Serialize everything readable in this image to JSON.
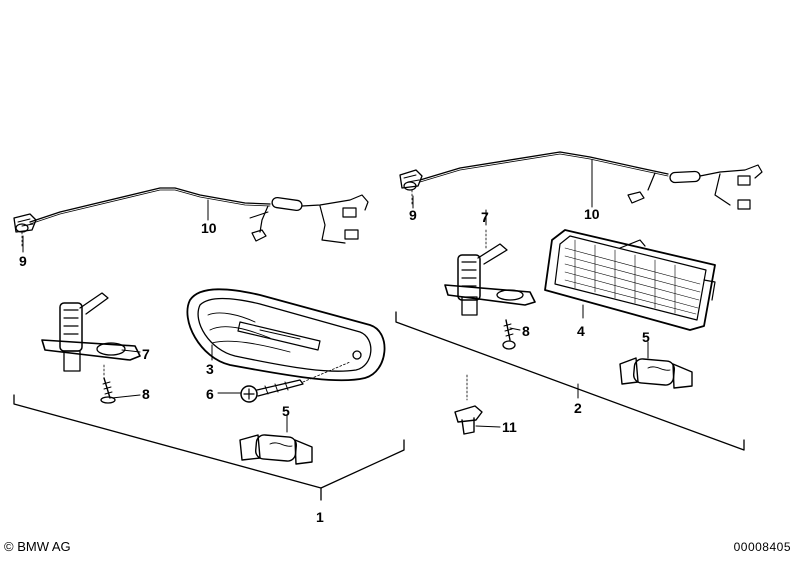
{
  "callouts": {
    "left_wire": "10",
    "left_clip": "9",
    "left_switch_screw_ref": "7",
    "left_screw": "8",
    "lamp_lens": "3",
    "lamp_screw": "6",
    "left_bulb": "5",
    "left_group": "1",
    "right_wire": "10",
    "right_clip": "9",
    "right_switch": "7",
    "right_screw": "8",
    "right_lens": "4",
    "right_bulb": "5",
    "right_group": "2",
    "plug": "11"
  },
  "footer": {
    "copyright": "© BMW AG",
    "diagram_number": "00008405"
  }
}
